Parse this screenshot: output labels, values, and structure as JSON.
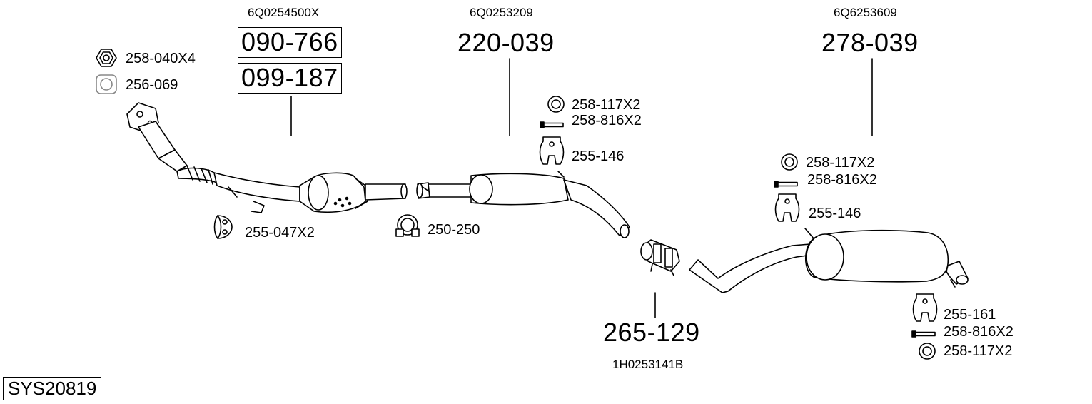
{
  "diagram_code": "SYS20819",
  "groups": [
    {
      "oem": "6Q0254500X",
      "parts": [
        "090-766",
        "099-187"
      ]
    },
    {
      "oem": "6Q0253209",
      "parts": [
        "220-039"
      ]
    },
    {
      "oem": "6Q6253609",
      "parts": [
        "278-039"
      ]
    },
    {
      "oem": "1H0253141B",
      "parts": [
        "265-129"
      ]
    }
  ],
  "accessories": [
    {
      "label": "258-040X4",
      "icon": "nut-icon"
    },
    {
      "label": "256-069",
      "icon": "gasket-icon"
    },
    {
      "label": "255-047X2",
      "icon": "rubber-hanger-icon"
    },
    {
      "label": "250-250",
      "icon": "clamp-icon"
    },
    {
      "label": "258-117X2",
      "icon": "ring-icon"
    },
    {
      "label": "258-816X2",
      "icon": "bolt-icon"
    },
    {
      "label": "255-146",
      "icon": "rubber-hanger-icon"
    },
    {
      "label": "258-117X2",
      "icon": "ring-icon"
    },
    {
      "label": "258-816X2",
      "icon": "bolt-icon"
    },
    {
      "label": "255-146",
      "icon": "rubber-hanger-icon"
    },
    {
      "label": "255-161",
      "icon": "rubber-hanger-icon"
    },
    {
      "label": "258-816X2",
      "icon": "bolt-icon"
    },
    {
      "label": "258-117X2",
      "icon": "ring-icon"
    }
  ]
}
